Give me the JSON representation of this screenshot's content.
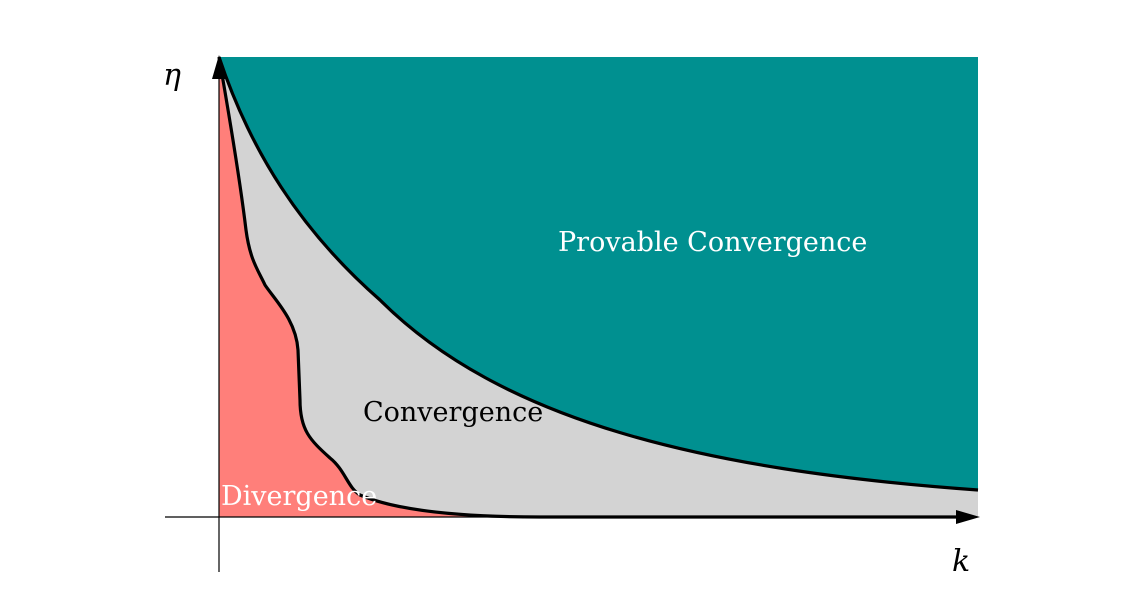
{
  "axes": {
    "y_label": "η",
    "x_label": "k"
  },
  "regions": {
    "provable_convergence": {
      "label": "Provable Convergence",
      "color": "#009090"
    },
    "convergence": {
      "label": "Convergence",
      "color": "#d3d3d3"
    },
    "divergence": {
      "label": "Divergence",
      "color": "#ff7f7a"
    }
  },
  "colors": {
    "boundary": "#000000",
    "axis": "#000000",
    "label_on_dark": "#ffffff",
    "label_on_light": "#000000"
  }
}
